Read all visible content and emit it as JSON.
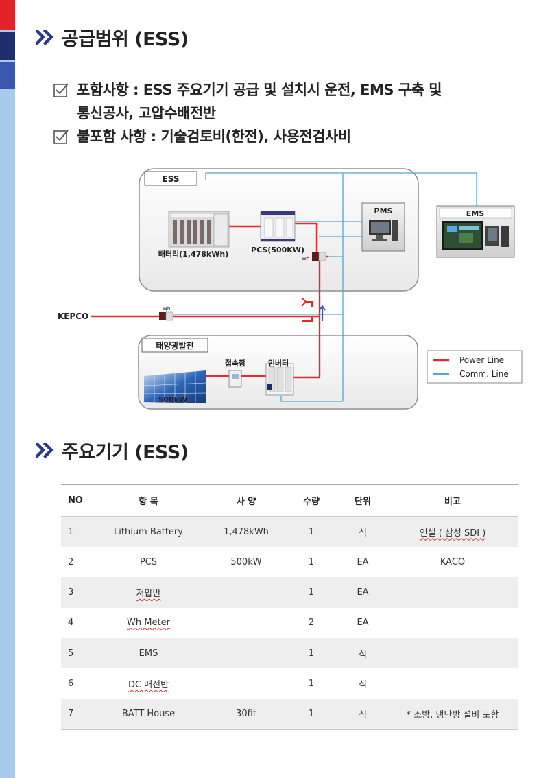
{
  "section1": {
    "title": "공급범위 (ESS)",
    "included": "포함사항 : ESS 주요기기 공급 및 설치시 운전, EMS 구축 및",
    "included_cont": "통신공사, 고압수배전반",
    "excluded": "불포함 사항 : 기술검토비(한전), 사용전검사비"
  },
  "diagram": {
    "ess_label": "ESS",
    "battery_label": "배터리(1,478kWh)",
    "pcs_label": "PCS(500KW)",
    "pms_label": "PMS",
    "ems_label": "EMS",
    "kepco_label": "KEPCO",
    "solar_group_label": "태양광발전",
    "junction_label": "접속함",
    "inverter_label": "인버터",
    "solar_capacity": "500kW",
    "wh_meter_1": "Wh",
    "wh_meter_2": "Wh",
    "legend": {
      "power": "Power Line",
      "comm": "Comm. Line",
      "power_color": "#e32b2b",
      "comm_color": "#4fa6dc"
    }
  },
  "section2": {
    "title": "주요기기 (ESS)"
  },
  "table": {
    "headers": [
      "NO",
      "항 목",
      "사 양",
      "수량",
      "단위",
      "비고"
    ],
    "rows": [
      [
        "1",
        "Lithium Battery",
        "1,478kWh",
        "1",
        "식",
        "인셀 ( 삼성 SDI )"
      ],
      [
        "2",
        "PCS",
        "500kW",
        "1",
        "EA",
        "KACO"
      ],
      [
        "3",
        "저압반",
        "",
        "1",
        "EA",
        ""
      ],
      [
        "4",
        "Wh Meter",
        "",
        "2",
        "EA",
        ""
      ],
      [
        "5",
        "EMS",
        "",
        "1",
        "식",
        ""
      ],
      [
        "6",
        "DC 배전반",
        "",
        "1",
        "식",
        ""
      ],
      [
        "7",
        "BATT House",
        "30fit",
        "1",
        "식",
        "* 소방, 냉난방 설비 포함"
      ]
    ]
  },
  "colors": {
    "accent_navy": "#1e2e6e",
    "accent_red": "#e2232a",
    "chevron": "#2a3a8c"
  }
}
